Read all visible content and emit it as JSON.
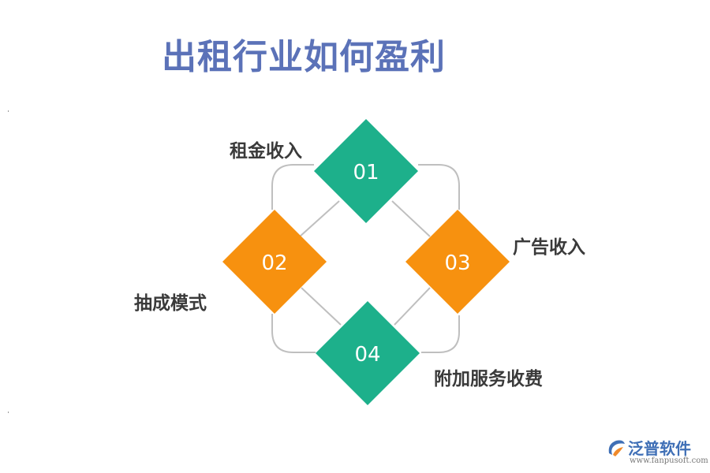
{
  "title": "出租行业如何盈利",
  "nodes": [
    {
      "number": "01",
      "label": "租金收入",
      "color": "#1db08b"
    },
    {
      "number": "02",
      "label": "抽成模式",
      "color": "#f7910f"
    },
    {
      "number": "03",
      "label": "广告收入",
      "color": "#f7910f"
    },
    {
      "number": "04",
      "label": "附加服务收费",
      "color": "#1db08b"
    }
  ],
  "connector_color": "#bfbfbf",
  "logo": {
    "name": "泛普软件",
    "url": "www.fanpusoft.com"
  }
}
